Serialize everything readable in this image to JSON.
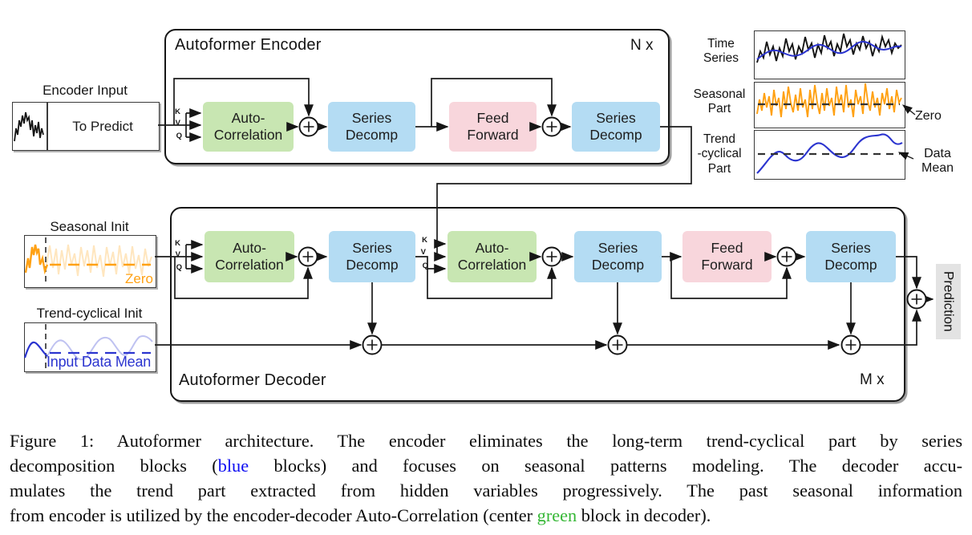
{
  "figure": {
    "encoder": {
      "title": "Autoformer Encoder",
      "repeat": "N x",
      "input": {
        "label": "Encoder Input",
        "value": "To Predict"
      },
      "kvq": {
        "k": "K",
        "v": "V",
        "q": "Q"
      },
      "blocks": [
        {
          "id": "auto-correlation",
          "label": "Auto-\nCorrelation",
          "type": "green"
        },
        {
          "id": "series-decomp-1",
          "label": "Series\nDecomp",
          "type": "blue"
        },
        {
          "id": "feed-forward",
          "label": "Feed\nForward",
          "type": "pink"
        },
        {
          "id": "series-decomp-2",
          "label": "Series\nDecomp",
          "type": "blue"
        }
      ]
    },
    "decoder": {
      "title": "Autoformer Decoder",
      "repeat": "M x",
      "seasonal_init": {
        "label": "Seasonal Init",
        "annotation": "Zero"
      },
      "trend_init": {
        "label": "Trend-cyclical Init",
        "annotation": "Input Data Mean"
      },
      "kvq": {
        "k": "K",
        "v": "V",
        "q": "Q"
      },
      "blocks": [
        {
          "id": "auto-correlation-1",
          "label": "Auto-\nCorrelation",
          "type": "green"
        },
        {
          "id": "series-decomp-1",
          "label": "Series\nDecomp",
          "type": "blue"
        },
        {
          "id": "auto-correlation-2",
          "label": "Auto-\nCorrelation",
          "type": "green"
        },
        {
          "id": "series-decomp-2",
          "label": "Series\nDecomp",
          "type": "blue"
        },
        {
          "id": "feed-forward",
          "label": "Feed\nForward",
          "type": "pink"
        },
        {
          "id": "series-decomp-3",
          "label": "Series\nDecomp",
          "type": "blue"
        }
      ],
      "output_label": "Prediction"
    },
    "decomposition_legend": {
      "rows": [
        {
          "label": "Time\nSeries"
        },
        {
          "label": "Seasonal\nPart",
          "annotation": "Zero"
        },
        {
          "label": "Trend\n-cyclical\nPart",
          "annotation": "Data\nMean"
        }
      ]
    }
  },
  "caption": {
    "lines": [
      {
        "segments": [
          {
            "text": "Figure 1: Autoformer architecture. The encoder eliminates the long-term trend-cyclical part by series"
          }
        ]
      },
      {
        "segments": [
          {
            "text": "decomposition blocks ("
          },
          {
            "text": "blue",
            "color": "caption_blue"
          },
          {
            "text": " blocks) and focuses on seasonal patterns modeling. The decoder accu-"
          }
        ]
      },
      {
        "segments": [
          {
            "text": "mulates the trend part extracted from hidden variables progressively. The past seasonal information"
          }
        ]
      },
      {
        "segments": [
          {
            "text": "from encoder is utilized by the encoder-decoder Auto-Correlation (center "
          },
          {
            "text": "green",
            "color": "caption_green"
          },
          {
            "text": " block in decoder)."
          }
        ]
      }
    ]
  },
  "colors": {
    "block_green": "#c8e6b2",
    "block_blue": "#b4dcf3",
    "block_pink": "#f8d6dc",
    "prediction_gray": "#e3e3e3",
    "seasonal_orange": "#ffa113",
    "trend_blue": "#2b34cf",
    "caption_blue": "#0c0cf2",
    "caption_green": "#35b735"
  }
}
